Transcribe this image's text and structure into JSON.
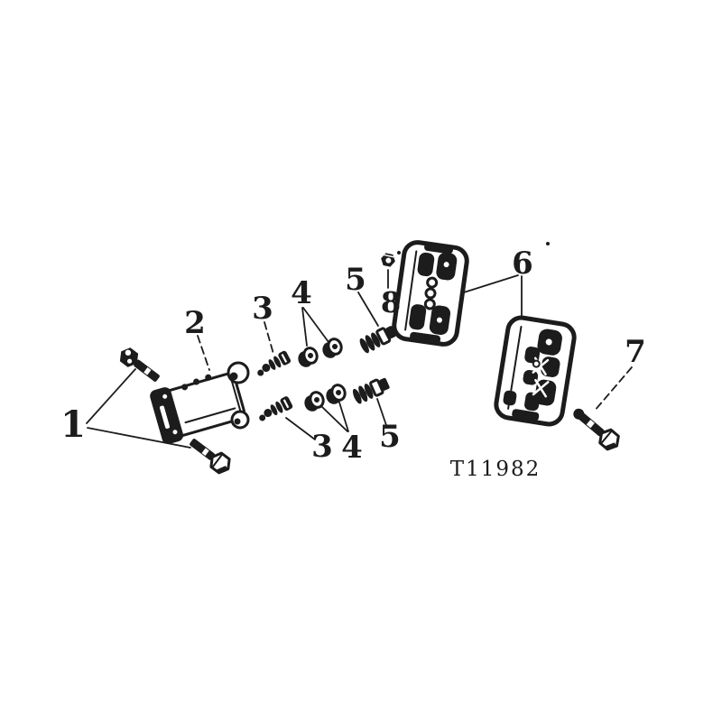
{
  "page": {
    "background_color": "#ffffff",
    "ink_color": "#1c1c1c"
  },
  "diagram": {
    "type": "exploded-parts-diagram",
    "drawing_number": "T11982",
    "labels": {
      "l1": "1",
      "l2": "2",
      "l3_upper": "3",
      "l4_upper": "4",
      "l5_upper": "5",
      "l8": "8",
      "l6": "6",
      "l7": "7",
      "l3_lower": "3",
      "l4_lower": "4",
      "l5_lower": "5"
    }
  }
}
